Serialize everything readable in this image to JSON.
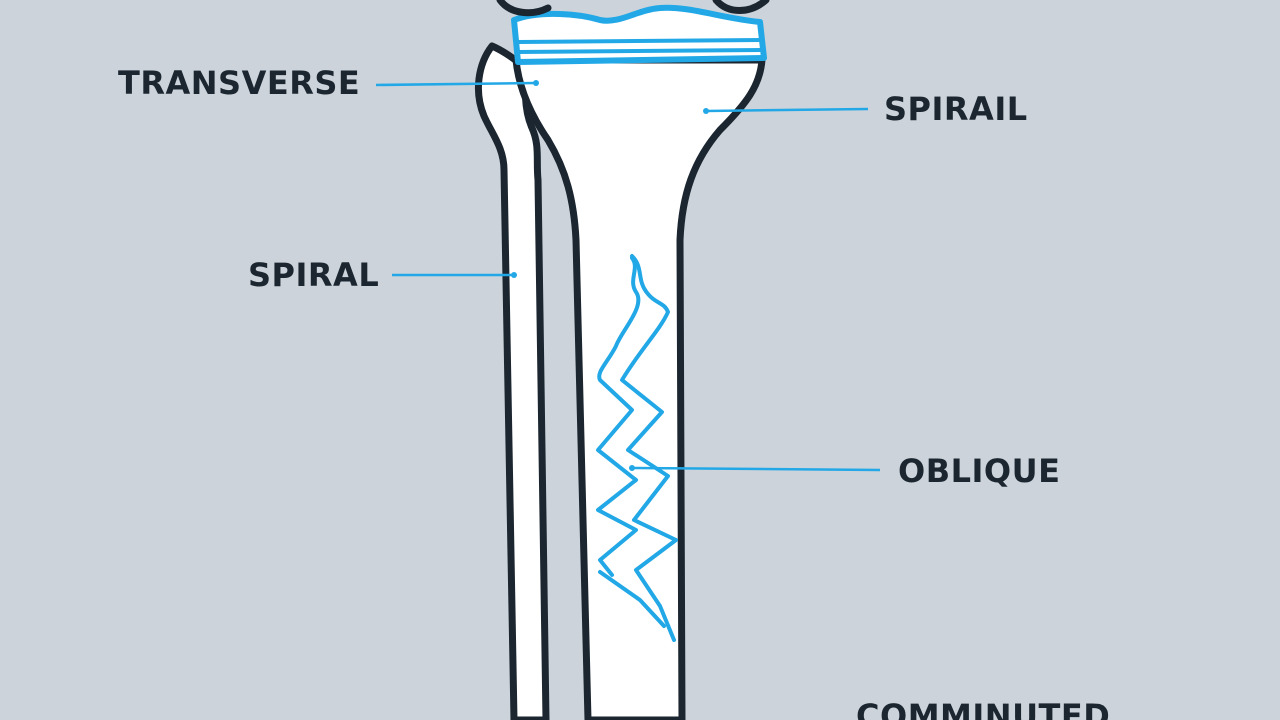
{
  "labels": {
    "transverse": "TRANSVERSE",
    "spiral_right": "SPIRAIL",
    "spiral_left": "SPIRAL",
    "oblique": "OBLIQUE",
    "comminuted": "COMMINUTED"
  },
  "colors": {
    "background": "#cdd3da",
    "outline": "#1b2630",
    "fracture": "#22a8e6",
    "bone_fill": "#ffffff",
    "leader": "#22a8e6"
  }
}
